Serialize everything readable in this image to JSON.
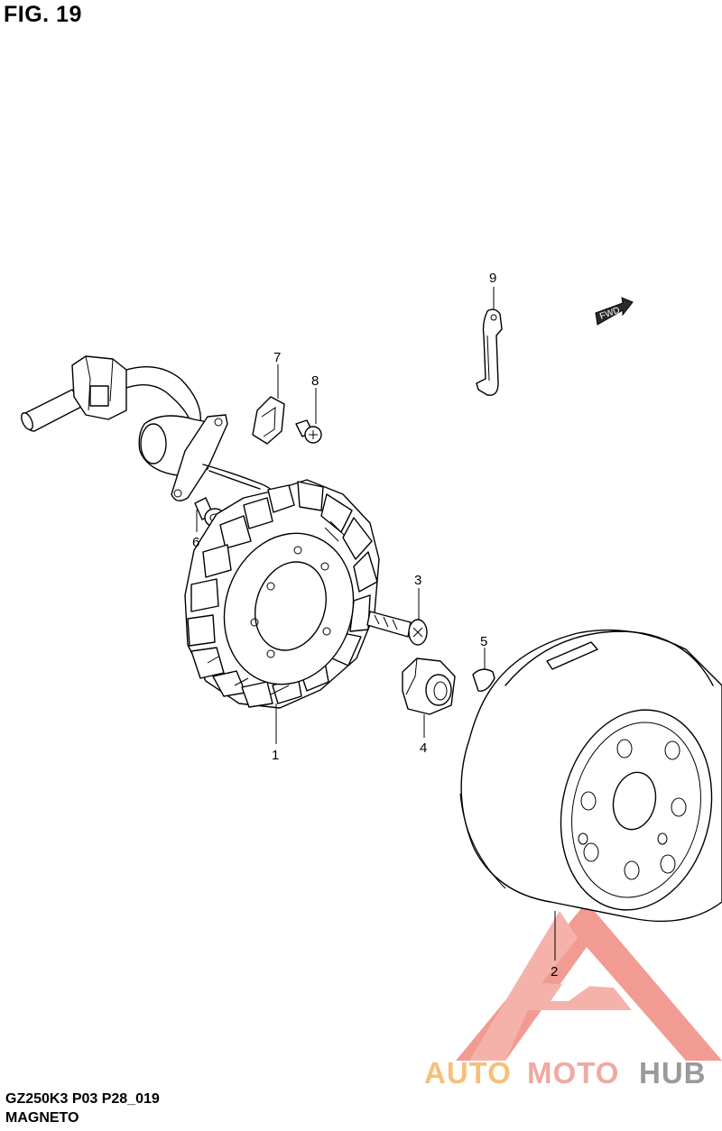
{
  "figure": {
    "title": "FIG. 19",
    "code": "GZ250K3 P03 P28_019",
    "name": "MAGNETO"
  },
  "direction_tag": "FWD",
  "callouts": [
    {
      "id": "1",
      "label": "1"
    },
    {
      "id": "2",
      "label": "2"
    },
    {
      "id": "3",
      "label": "3"
    },
    {
      "id": "4",
      "label": "4"
    },
    {
      "id": "5",
      "label": "5"
    },
    {
      "id": "6",
      "label": "6"
    },
    {
      "id": "7",
      "label": "7"
    },
    {
      "id": "8",
      "label": "8"
    },
    {
      "id": "9",
      "label": "9"
    }
  ],
  "watermark": {
    "part1": "AUTO",
    "part2": "MOTO",
    "part3": "HUB",
    "colors": {
      "auto": "#f5c07a",
      "moto": "#f0a9a3",
      "hub": "#9a9a9a",
      "logo": "#f08a80"
    }
  }
}
